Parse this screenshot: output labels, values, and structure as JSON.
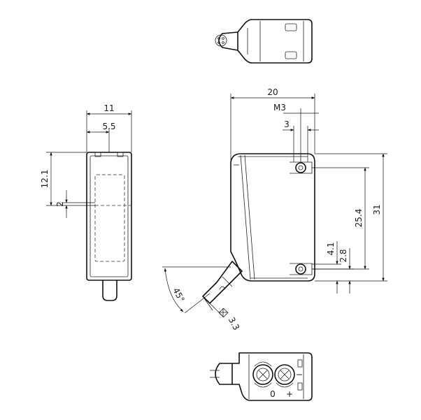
{
  "dimensions": {
    "front_width": "11",
    "front_half_width": "5.5",
    "front_height_upper": "12.1",
    "front_spot_offset": "2",
    "side_width": "20",
    "thread": "M3",
    "hole_offset": "3",
    "hole_spacing": "25.4",
    "height": "31",
    "lower_hole_a": "4.1",
    "lower_hole_b": "2.8",
    "cable_angle": "45°",
    "cable_size": "3.3"
  },
  "terminal_marks": {
    "plus": "+",
    "minus": "−",
    "zero": "0"
  },
  "colors": {
    "line": "#111111",
    "background": "#ffffff"
  }
}
